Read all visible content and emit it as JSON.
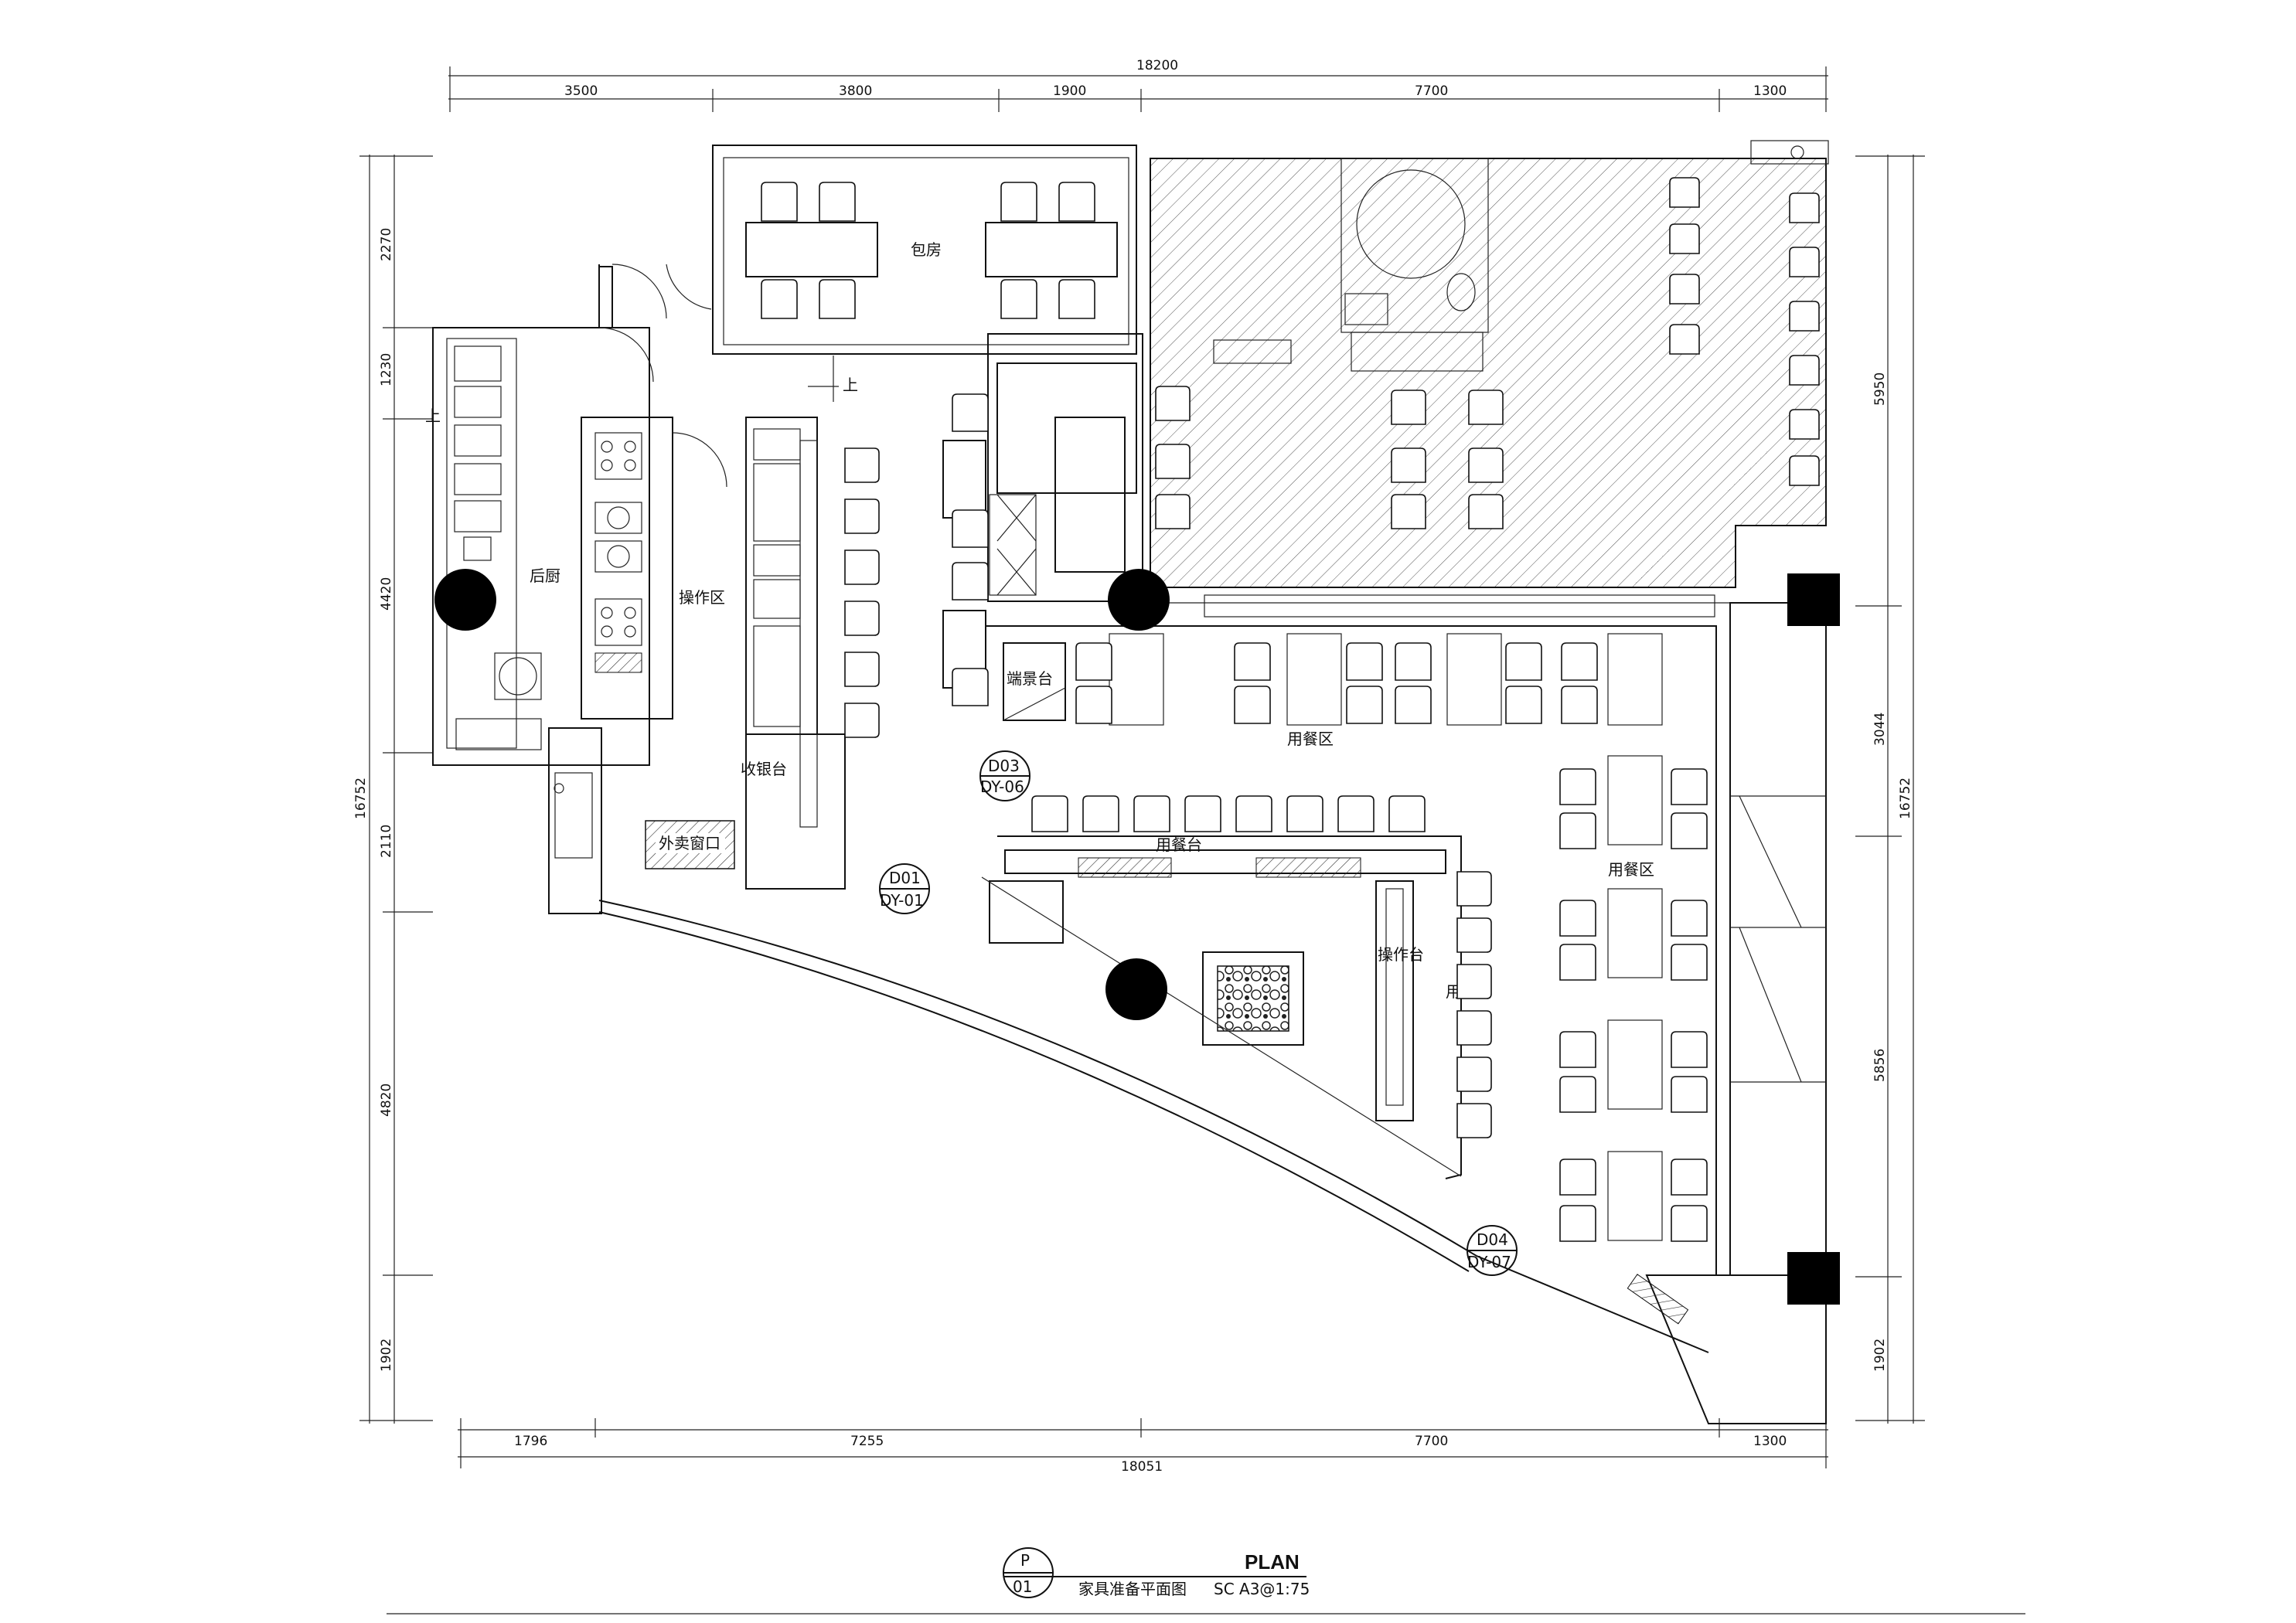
{
  "dimensions": {
    "top_total": "18200",
    "top_segments": [
      "3500",
      "3800",
      "1900",
      "7700",
      "1300"
    ],
    "bottom_total": "18051",
    "bottom_segments": [
      "1796",
      "7255",
      "7700",
      "1300"
    ],
    "left_total": "16752",
    "left_segments": [
      "2270",
      "1230",
      "4420",
      "2110",
      "4820",
      "1902"
    ],
    "right_total": "16752",
    "right_segments": [
      "5950",
      "3044",
      "5856",
      "1902"
    ]
  },
  "rooms": {
    "private_room": "包房",
    "back_kitchen": "后厨",
    "operation_area": "操作区",
    "cashier": "收银台",
    "takeout_window": "外卖窗口",
    "display_counter": "端景台",
    "dining_area_top": "用餐区",
    "dining_area_right": "用餐区",
    "dining_counter_top": "用餐台",
    "dining_counter_right": "用餐台",
    "operation_counter": "操作台",
    "stair_up": "上"
  },
  "tags": [
    {
      "code": "D03",
      "ref": "DY-06"
    },
    {
      "code": "D01",
      "ref": "DY-01"
    },
    {
      "code": "D04",
      "ref": "DY-07"
    }
  ],
  "title_block": {
    "symbol_top": "P",
    "symbol_bottom": "01",
    "title_en": "PLAN",
    "title_cn": "家具准备平面图",
    "scale": "SC A3@1:75"
  }
}
